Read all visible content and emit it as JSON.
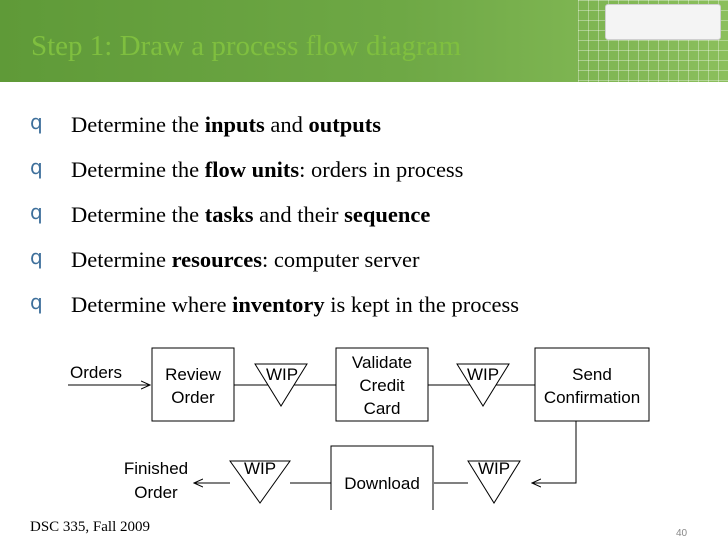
{
  "slide": {
    "title": "Step 1: Draw a process flow diagram",
    "footer": "DSC 335, Fall 2009",
    "page_number": "40",
    "logo_icon": "apple-logo-icon",
    "colors": {
      "header_green": "#6ea845",
      "title_green": "#7fbf3f",
      "bullet_blue": "#3d6f9b"
    }
  },
  "bullets": [
    {
      "parts": [
        {
          "text": "Determine the ",
          "bold": false
        },
        {
          "text": "inputs",
          "bold": true
        },
        {
          "text": " and ",
          "bold": false
        },
        {
          "text": "outputs",
          "bold": true
        }
      ]
    },
    {
      "parts": [
        {
          "text": "Determine the ",
          "bold": false
        },
        {
          "text": "flow units",
          "bold": true
        },
        {
          "text": ": orders in process",
          "bold": false
        }
      ]
    },
    {
      "parts": [
        {
          "text": "Determine the ",
          "bold": false
        },
        {
          "text": "tasks",
          "bold": true
        },
        {
          "text": " and their ",
          "bold": false
        },
        {
          "text": "sequence",
          "bold": true
        }
      ]
    },
    {
      "parts": [
        {
          "text": "Determine ",
          "bold": false
        },
        {
          "text": "resources",
          "bold": true
        },
        {
          "text": ": computer server",
          "bold": false
        }
      ]
    },
    {
      "parts": [
        {
          "text": "Determine where ",
          "bold": false
        },
        {
          "text": "inventory",
          "bold": true
        },
        {
          "text": " is kept in the process",
          "bold": false
        }
      ]
    }
  ],
  "bullet_glyph": "q",
  "diagram": {
    "input_label": "Orders",
    "output_label": [
      "Finished",
      "Order"
    ],
    "review": [
      "Review",
      "Order"
    ],
    "validate": [
      "Validate",
      "Credit",
      "Card"
    ],
    "send": [
      "Send",
      "Confirmation"
    ],
    "download": "Download",
    "wip": "WIP"
  }
}
